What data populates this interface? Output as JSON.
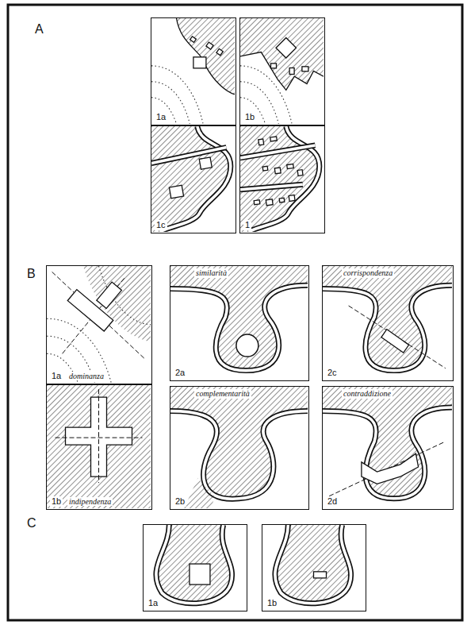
{
  "diagram": {
    "nodes": [
      {
        "text": [
          "1a"
        ]
      },
      {
        "text": [
          "1b"
        ]
      },
      {
        "text": [
          "1c"
        ]
      },
      {
        "text": [
          "1"
        ]
      },
      {
        "text": [
          "1a",
          "dominanza"
        ]
      },
      {
        "text": [
          "similarità",
          "2a"
        ]
      },
      {
        "text": [
          "corrispondenza",
          "2c"
        ]
      },
      {
        "text": [
          "1b",
          "indipendenza"
        ]
      },
      {
        "text": [
          "complementarità",
          "2b"
        ]
      },
      {
        "text": [
          "contraddizione",
          "2d"
        ]
      },
      {
        "text": [
          "1a"
        ]
      },
      {
        "text": [
          "1b"
        ]
      }
    ],
    "labels": [
      "A",
      "B",
      "C"
    ]
  }
}
